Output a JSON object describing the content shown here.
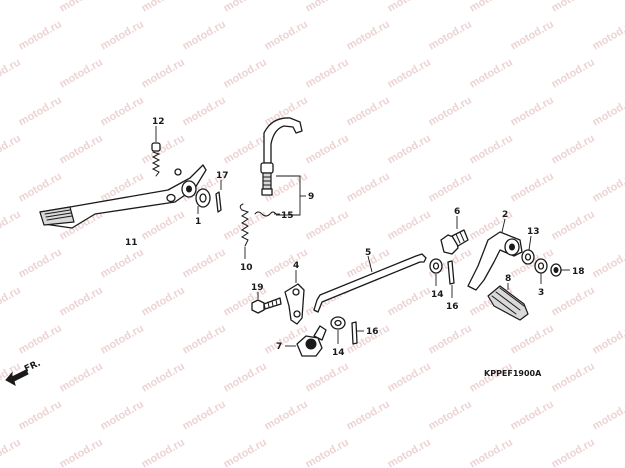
{
  "diagram": {
    "watermark_text": "motod.ru",
    "drawing_code": "KPPEF1900A",
    "direction_label": "FR.",
    "callouts": {
      "c1": "1",
      "c2": "2",
      "c3": "3",
      "c4": "4",
      "c5": "5",
      "c6": "6",
      "c7": "7",
      "c8": "8",
      "c9": "9",
      "c10": "10",
      "c11": "11",
      "c12": "12",
      "c13": "13",
      "c14a": "14",
      "c14b": "14",
      "c15": "15",
      "c16a": "16",
      "c16b": "16",
      "c17": "17",
      "c18": "18",
      "c19": "19"
    }
  }
}
